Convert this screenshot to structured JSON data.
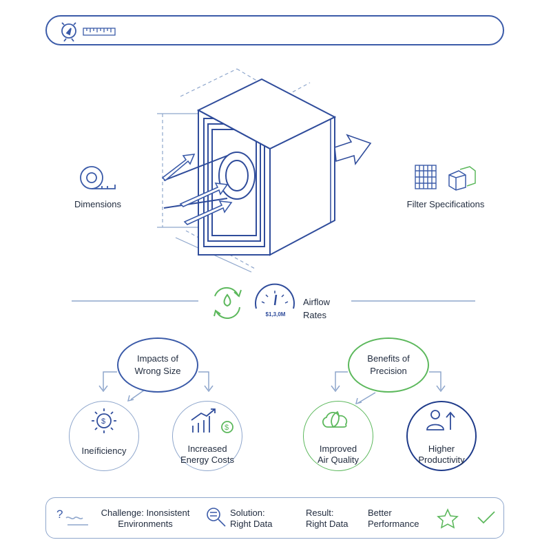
{
  "colors": {
    "blue": "#3a5aa8",
    "light_blue": "#8ea6cc",
    "green": "#5cb85c",
    "dark_navy": "#1f3b8a"
  },
  "left_feature": {
    "label": "Dimensions",
    "icon": "tape-measure-icon"
  },
  "right_feature": {
    "label": "Filter Specifications",
    "icons": [
      "filter-grid-icon",
      "filter-cube-icon"
    ]
  },
  "airflow": {
    "label_line1": "Airflow",
    "label_line2": "Rates",
    "gauge_readout": "$1,3,0M"
  },
  "impacts": {
    "title_line1": "Impacts of",
    "title_line2": "Wrong Size",
    "items": [
      {
        "line1": "Ineíficiency",
        "line2": "",
        "icon": "gear-dollar-icon"
      },
      {
        "line1": "Increased",
        "line2": "Energy Costs",
        "icon": "chart-dollar-icon"
      }
    ]
  },
  "benefits": {
    "title_line1": "Benefits of",
    "title_line2": "Precision",
    "items": [
      {
        "line1": "Improved",
        "line2": "Air Quality",
        "icon": "leaf-cloud-icon"
      },
      {
        "line1": "Higher",
        "line2": "Productivity",
        "icon": "person-arrow-icon"
      }
    ]
  },
  "bottom": {
    "challenge_line1": "Challenge: Inonsistent",
    "challenge_line2": "Environments",
    "solution_line1": "Solution:",
    "solution_line2": "Right Data",
    "result_line1": "Result:",
    "result_line2": "Right Data",
    "better_line1": "Better",
    "better_line2": "Performance"
  }
}
